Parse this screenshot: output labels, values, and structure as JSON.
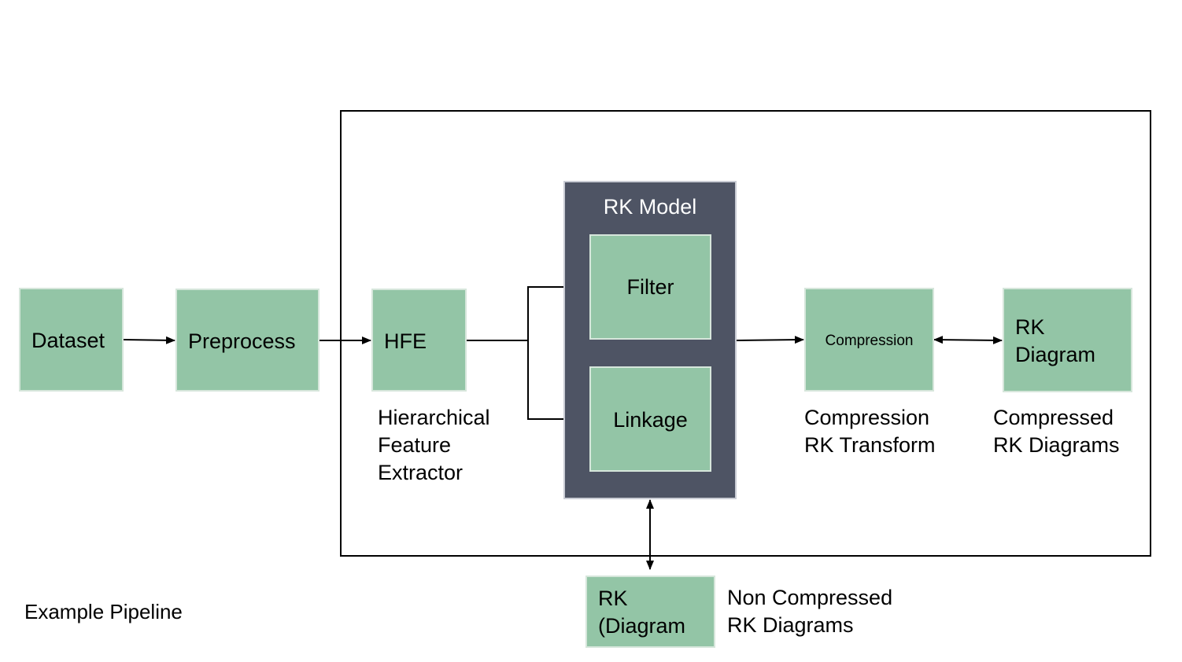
{
  "nodes": {
    "dataset": "Dataset",
    "preprocess": "Preprocess",
    "hfe": "HFE",
    "model_title": "RK Model",
    "filter": "Filter",
    "linkage": "Linkage",
    "compression": "Compression",
    "rk_diagram": "RK\nDiagram",
    "rk_diagram_bottom": "RK\n(Diagram"
  },
  "captions": {
    "hfe": "Hierarchical\nFeature\nExtractor",
    "compression": "Compression\nRK Transform",
    "rk_diagram": "Compressed\nRK Diagrams",
    "rk_diagram_bottom": "Non Compressed\nRK Diagrams"
  },
  "footer": {
    "title": "Example Pipeline"
  },
  "colors": {
    "node_fill": "#93c5a6",
    "model_fill": "#4e5464",
    "line": "#000000"
  }
}
